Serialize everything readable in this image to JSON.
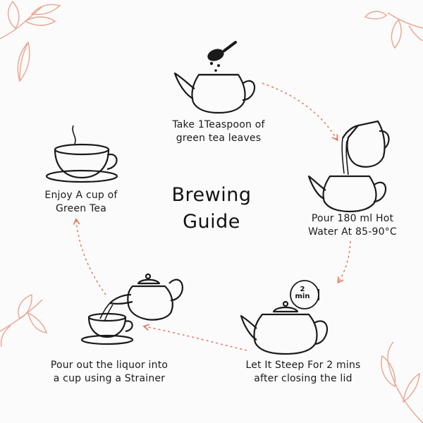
{
  "title": {
    "line1": "Brewing",
    "line2": "Guide"
  },
  "steps": [
    {
      "line1": "Take 1Teaspoon of",
      "line2": "green tea leaves"
    },
    {
      "line1": "Pour 180 ml Hot",
      "line2": "Water At 85-90°C"
    },
    {
      "line1": "Let It Steep For 2 mins",
      "line2": "after closing the lid"
    },
    {
      "line1": "Pour out the liquor into",
      "line2": "a cup using a Strainer"
    },
    {
      "line1": "Enjoy A cup of",
      "line2": "Green Tea"
    }
  ],
  "timer": {
    "value": "2",
    "unit": "min"
  },
  "colors": {
    "arrow": "#e07a5f",
    "leaf": "#e8a58e",
    "ink": "#1a1a1a"
  }
}
